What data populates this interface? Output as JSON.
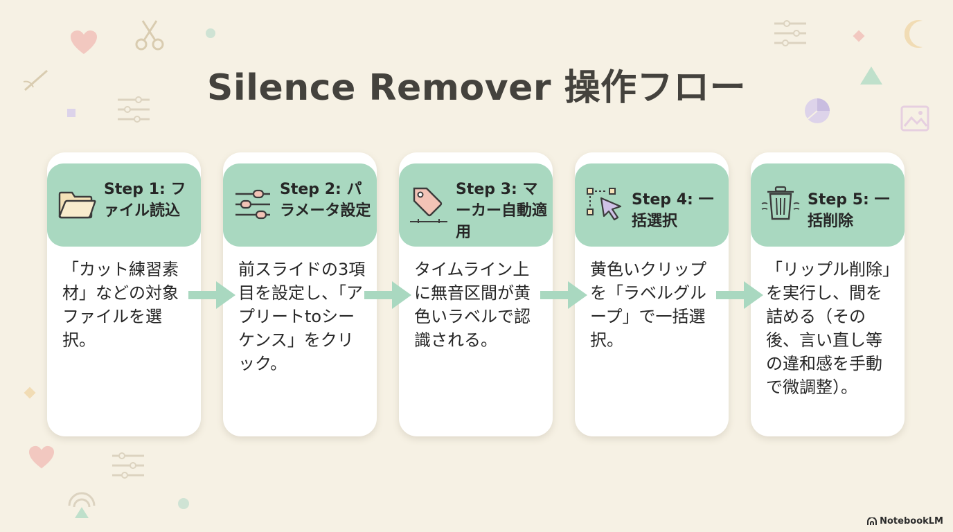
{
  "title": "Silence Remover 操作フロー",
  "steps": [
    {
      "label": "Step 1: ファイル読込",
      "text": "「カット練習素材」などの対象ファイルを選択。",
      "icon": "folder-icon"
    },
    {
      "label": "Step 2: パラメータ設定",
      "text": "前スライドの3項目を設定し、「アプリートtoシーケンス」をクリック。",
      "icon": "sliders-icon"
    },
    {
      "label": "Step 3: マーカー自動適用",
      "text": "タイムライン上に無音区間が黄色いラベルで認識される。",
      "icon": "tag-icon"
    },
    {
      "label": "Step 4: 一括選択",
      "text": "黄色いクリップを「ラベルグループ」で一括選択。",
      "icon": "cursor-select-icon"
    },
    {
      "label": "Step 5: 一括削除",
      "text": "「リップル削除」を実行し、間を詰める（その後、言い直し等の違和感を手動で微調整）。",
      "icon": "trash-icon"
    }
  ],
  "brand": "NotebookLM",
  "colors": {
    "background": "#f6f1e4",
    "header": "#a9d8c0",
    "arrow": "#a9d8c0",
    "title": "#44423d"
  }
}
